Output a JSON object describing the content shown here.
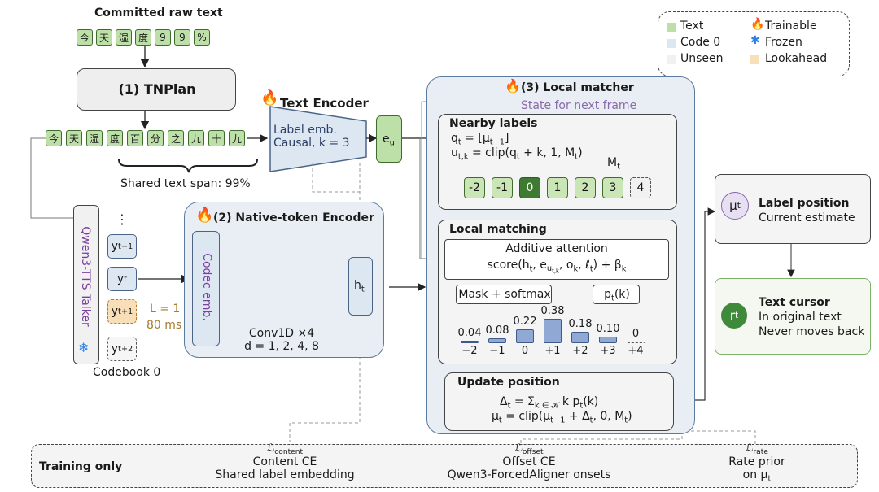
{
  "input": {
    "title": "Committed raw text",
    "tokens": [
      "今",
      "天",
      "湿",
      "度",
      "9",
      "9",
      "%"
    ]
  },
  "tnplan": {
    "label": "(1) TNPlan"
  },
  "expanded_tokens": [
    "今",
    "天",
    "湿",
    "度",
    "百",
    "分",
    "之",
    "九",
    "十",
    "九"
  ],
  "shared_span": "Shared text span: 99%",
  "text_encoder": {
    "title": "Text Encoder",
    "line1": "Label emb.",
    "line2": "Causal, k = 3"
  },
  "eu": "e",
  "eu_sub": "u",
  "talker": {
    "label": "Qwen3-TTS Talker"
  },
  "ytokens": {
    "dots": "⋮",
    "t_minus_1": "t−1",
    "t": "t",
    "t_plus_1": "t+1",
    "t_plus_2": "t+2",
    "codebook": "Codebook 0",
    "L": "L = 1",
    "ms": "80 ms"
  },
  "native": {
    "title": "(2) Native-token Encoder",
    "codec": "Codec emb.",
    "conv1": "Conv1D ×4",
    "conv2": "d = 1, 2, 4, 8",
    "h": "h",
    "h_sub": "t"
  },
  "matcher": {
    "title": "(3) Local matcher",
    "state": "State for next frame",
    "nearby": {
      "title": "Nearby labels",
      "labels": [
        "-2",
        "-1",
        "0",
        "1",
        "2",
        "3",
        "4"
      ],
      "M": "M"
    },
    "local": {
      "title": "Local matching",
      "attn_title": "Additive attention",
      "mask": "Mask + softmax",
      "p": "p",
      "probs": [
        "0.04",
        "0.08",
        "0.22",
        "0.38",
        "0.18",
        "0.10",
        "0"
      ],
      "offsets": [
        "−2",
        "−1",
        "0",
        "+1",
        "+2",
        "+3",
        "+4"
      ],
      "prob_values": [
        0.04,
        0.08,
        0.22,
        0.38,
        0.18,
        0.1,
        0
      ]
    },
    "update": {
      "title": "Update position"
    }
  },
  "label_pos": {
    "sym": "μ",
    "sym_sub": "t",
    "title": "Label position",
    "desc": "Current estimate"
  },
  "cursor": {
    "sym": "r",
    "sym_sub": "t",
    "title": "Text cursor",
    "desc1": "In original text",
    "desc2": "Never moves back"
  },
  "legend": {
    "text": "Text",
    "code0": "Code 0",
    "unseen": "Unseen",
    "trainable": "Trainable",
    "frozen": "Frozen",
    "lookahead": "Lookahead",
    "colors": {
      "text": "#bde0a8",
      "code0": "#dde7f2",
      "unseen": "#f1f1f1",
      "lookahead": "#f9dfb8"
    }
  },
  "training": {
    "label": "Training only",
    "content_loss": "content",
    "content1": "Content CE",
    "content2": "Shared label embedding",
    "offset_loss": "offset",
    "offset1": "Offset CE",
    "offset2": "Qwen3-ForcedAligner onsets",
    "rate_loss": "rate",
    "rate1": "Rate prior",
    "rate2": "on μ"
  }
}
